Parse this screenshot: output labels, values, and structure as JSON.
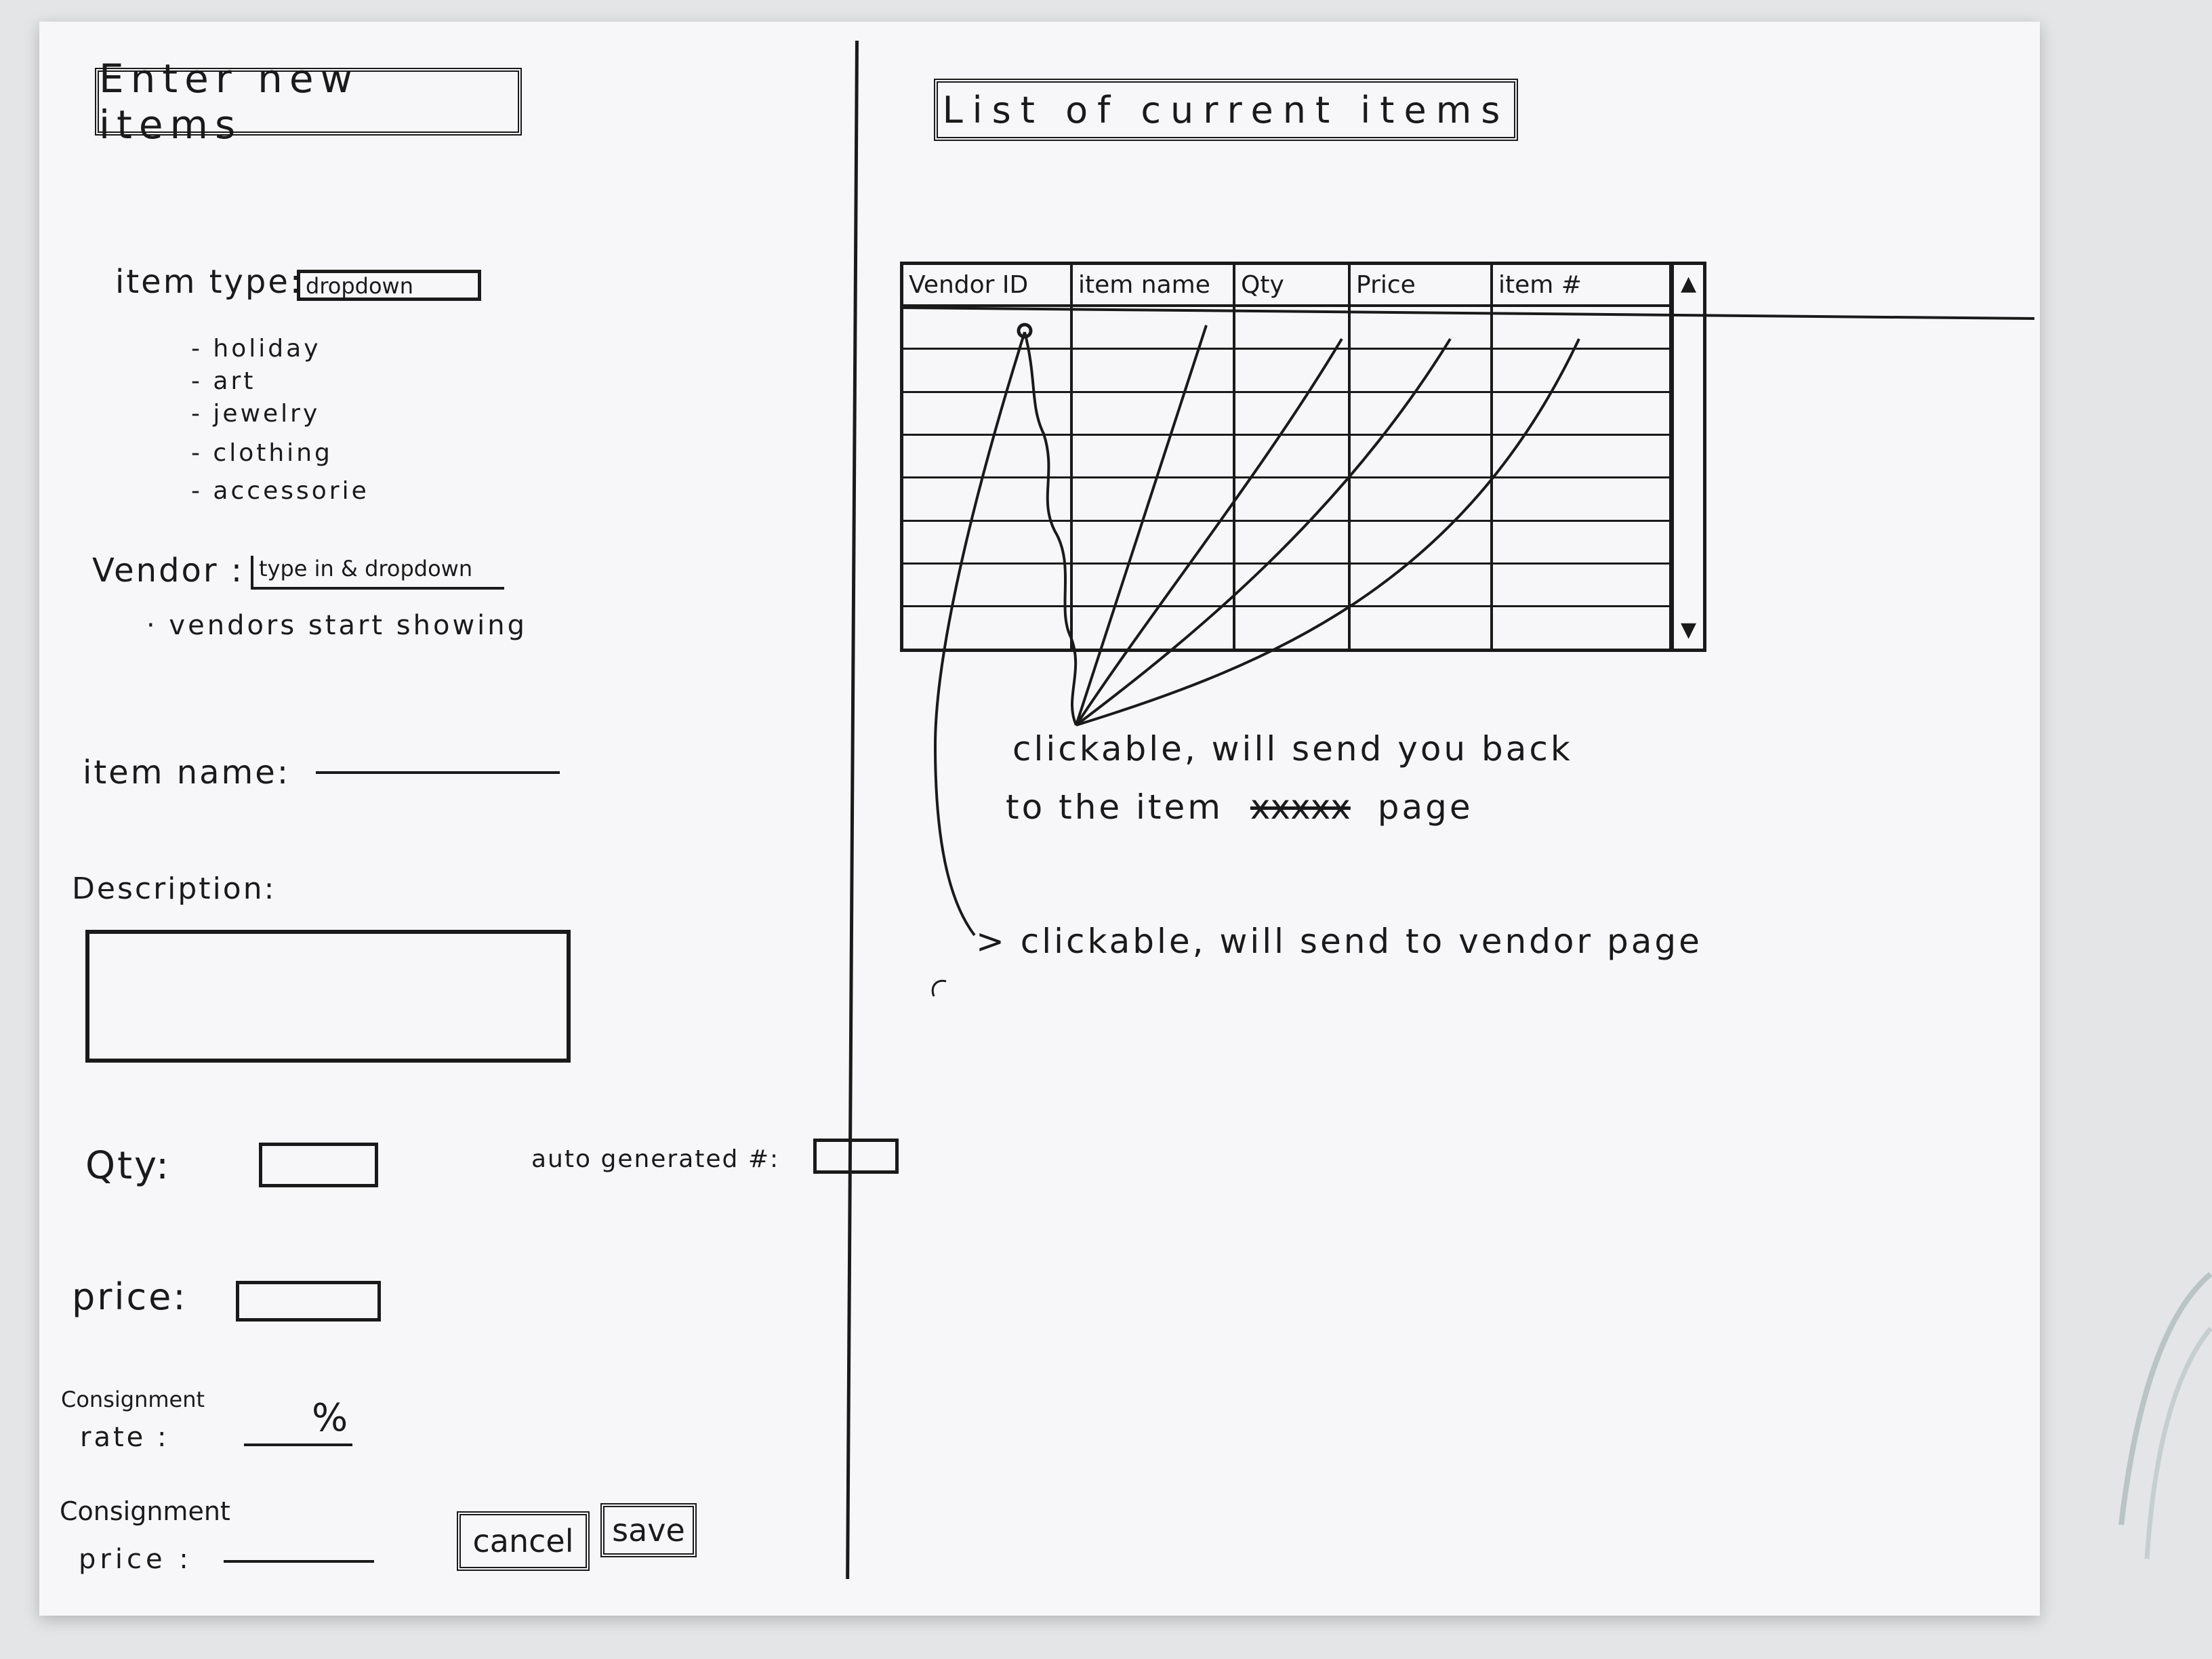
{
  "left_panel": {
    "heading": "Enter new items",
    "item_type": {
      "label": "item type:",
      "control_text": "dropdown",
      "options": [
        "- holiday",
        "- art",
        "- jewelry",
        "- clothing",
        "- accessorie"
      ]
    },
    "vendor": {
      "label": "Vendor :",
      "control_text": "type in & dropdown",
      "hint": "· vendors start showing"
    },
    "item_name": {
      "label": "item name:"
    },
    "description": {
      "label": "Description:"
    },
    "qty": {
      "label": "Qty:"
    },
    "autogen": {
      "label": "auto generated #:"
    },
    "price": {
      "label": "price:"
    },
    "consignment_rate": {
      "label_line1": "Consignment",
      "label_line2": "rate :",
      "suffix": "%"
    },
    "consignment_price": {
      "label_line1": "Consignment",
      "label_line2": "price :"
    },
    "buttons": {
      "cancel": "cancel",
      "save": "save"
    }
  },
  "right_panel": {
    "heading": "List of current items",
    "table": {
      "columns": [
        "Vendor ID",
        "item name",
        "Qty",
        "Price",
        "item #"
      ],
      "row_count": 8
    },
    "scroll_up_icon": "triangle-up-icon",
    "scroll_down_icon": "triangle-down-icon",
    "annotation_item": {
      "line1": "clickable, will send you back",
      "line2": "to the item",
      "struck": "xxxxx",
      "line2_end": "page"
    },
    "annotation_vendor": "> clickable, will send to vendor page"
  },
  "colors": {
    "ink": "#1a1a1a",
    "paper": "#f7f7f9",
    "background": "#e4e5e7"
  }
}
